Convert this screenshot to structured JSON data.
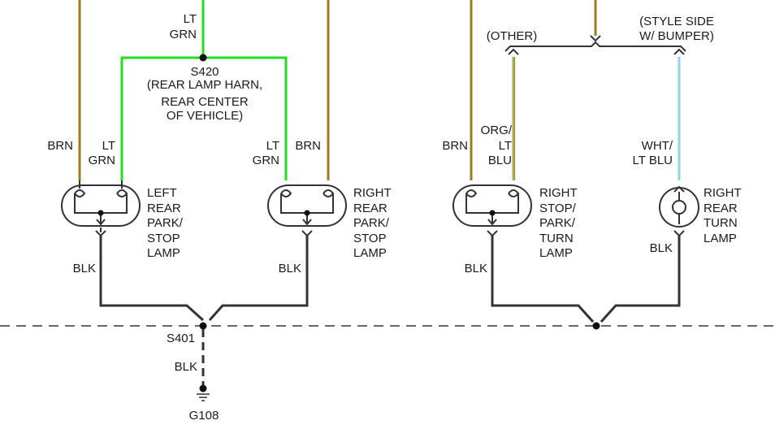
{
  "colors": {
    "background": "#ffffff",
    "brn_wire": "#a07a1e",
    "lt_grn_wire": "#22dd22",
    "org_lt_blu_wire_top": "#c9a24a",
    "org_lt_blu_wire_bottom": "#5fae45",
    "wht_lt_blu_wire": "#8fd4e0",
    "blk_wire": "#333333",
    "text": "#1a1a1a"
  },
  "labels": {
    "lt_grn_top": [
      "LT",
      "GRN"
    ],
    "s420": [
      "S420",
      "(REAR LAMP HARN,",
      "REAR CENTER",
      "OF VEHICLE)"
    ],
    "brn_left": "BRN",
    "lt_grn_left": [
      "LT",
      "GRN"
    ],
    "lt_grn_right": [
      "LT",
      "GRN"
    ],
    "brn_right": "BRN",
    "brn_third": "BRN",
    "org_lt_blu": [
      "ORG/",
      "LT",
      "BLU"
    ],
    "wht_lt_blu": [
      "WHT/",
      "LT BLU"
    ],
    "other": "(OTHER)",
    "style_side": [
      "(STYLE SIDE",
      "W/ BUMPER)"
    ],
    "blk_1": "BLK",
    "blk_2": "BLK",
    "blk_3": "BLK",
    "blk_4": "BLK",
    "s401": "S401",
    "blk_ground": "BLK",
    "g108": "G108"
  },
  "lamps": {
    "left_rear_park_stop": [
      "LEFT",
      "REAR",
      "PARK/",
      "STOP",
      "LAMP"
    ],
    "right_rear_park_stop": [
      "RIGHT",
      "REAR",
      "PARK/",
      "STOP",
      "LAMP"
    ],
    "right_stop_park_turn": [
      "RIGHT",
      "STOP/",
      "PARK/",
      "TURN",
      "LAMP"
    ],
    "right_rear_turn": [
      "RIGHT",
      "REAR",
      "TURN",
      "LAMP"
    ]
  }
}
